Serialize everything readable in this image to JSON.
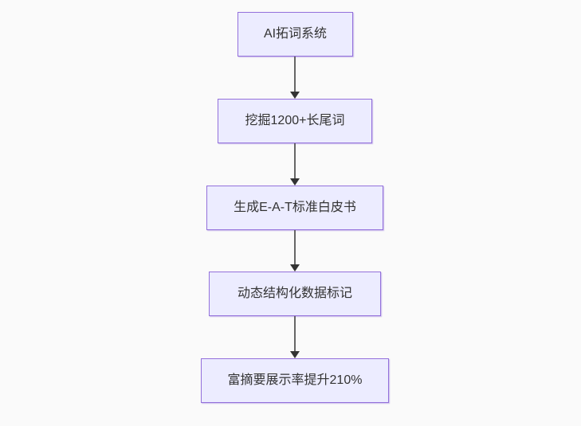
{
  "diagram": {
    "type": "flowchart",
    "direction": "top-down",
    "nodes": [
      {
        "id": "n1",
        "label": "AI拓词系统"
      },
      {
        "id": "n2",
        "label": "挖掘1200+长尾词"
      },
      {
        "id": "n3",
        "label": "生成E-A-T标准白皮书"
      },
      {
        "id": "n4",
        "label": "动态结构化数据标记"
      },
      {
        "id": "n5",
        "label": "富摘要展示率提升210%"
      }
    ],
    "edges": [
      {
        "from": "n1",
        "to": "n2"
      },
      {
        "from": "n2",
        "to": "n3"
      },
      {
        "from": "n3",
        "to": "n4"
      },
      {
        "from": "n4",
        "to": "n5"
      }
    ],
    "colors": {
      "background": "#fafafa",
      "node_fill": "#ECECFF",
      "node_border": "#9370DB",
      "text": "#333333",
      "arrow_line": "#666666",
      "arrow_head": "#333333"
    }
  }
}
